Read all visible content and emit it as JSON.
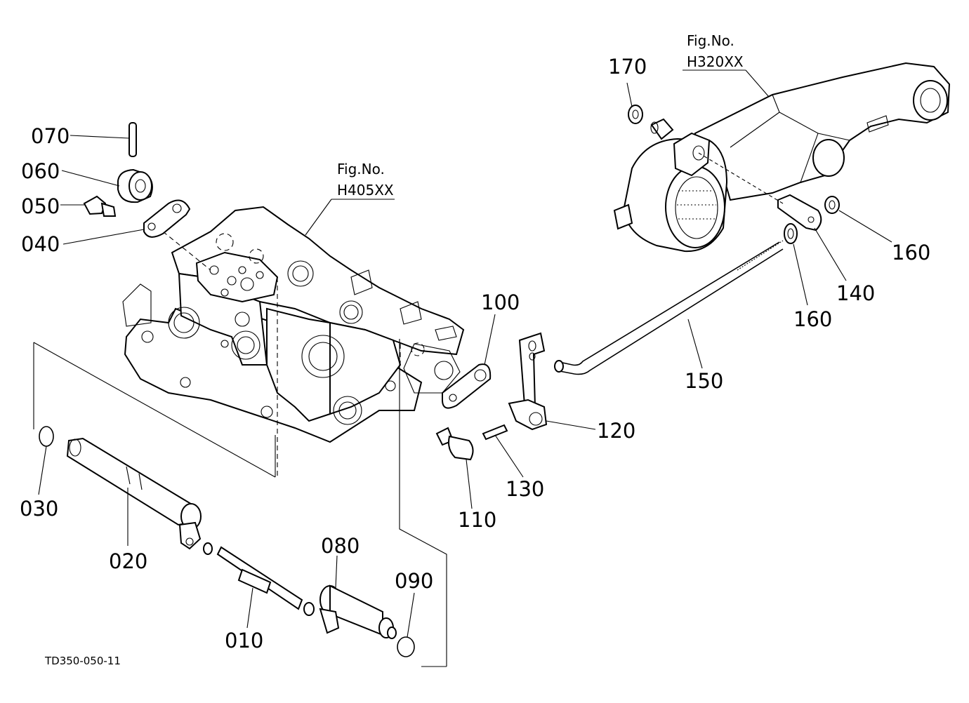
{
  "diagram": {
    "drawing_code": "TD350-050-11",
    "figure_refs": [
      {
        "id": "fig_h405",
        "line1": "Fig.No.",
        "line2": "H405XX"
      },
      {
        "id": "fig_h320",
        "line1": "Fig.No.",
        "line2": "H320XX"
      }
    ],
    "part_labels": {
      "p010": "010",
      "p020": "020",
      "p030": "030",
      "p040": "040",
      "p050": "050",
      "p060": "060",
      "p070": "070",
      "p080": "080",
      "p090": "090",
      "p100": "100",
      "p110": "110",
      "p120": "120",
      "p130": "130",
      "p140": "140",
      "p150": "150",
      "p160a": "160",
      "p160b": "160",
      "p170": "170"
    }
  }
}
